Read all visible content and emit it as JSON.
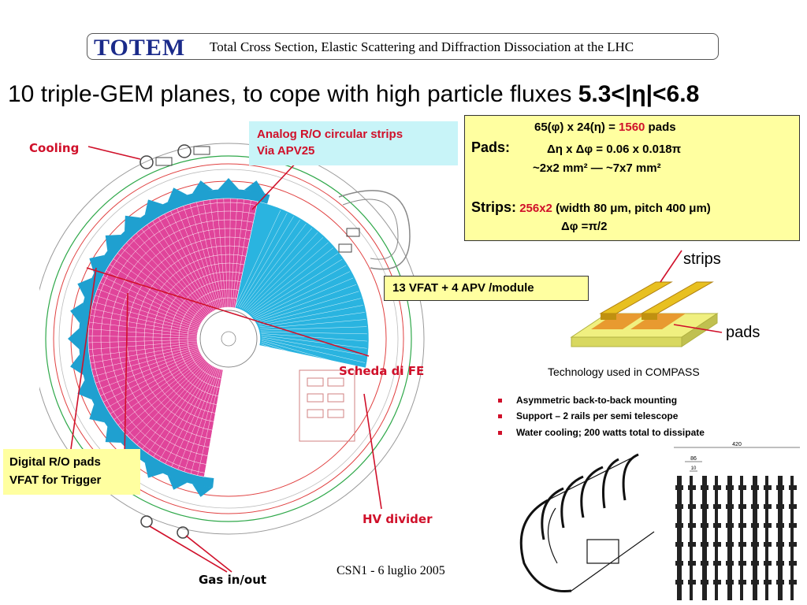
{
  "header": {
    "logo": "TOTEM",
    "title": "Total Cross Section, Elastic Scattering and Diffraction Dissociation at the LHC"
  },
  "main_title": {
    "text": "10 triple-GEM planes, to cope with high particle fluxes ",
    "range": "5.3<|η|<6.8"
  },
  "labels": {
    "cooling": "Cooling",
    "scheda": "Scheda di FE",
    "hv_divider": "HV divider",
    "gas": "Gas in/out"
  },
  "analog_box": {
    "line1": "Analog R/O circular strips",
    "line2": "Via APV25"
  },
  "pads_box": {
    "line1_a": "65(φ) x 24(η) = ",
    "line1_count": "1560",
    "line1_b": " pads",
    "pads_label": "Pads:",
    "line2": "Δη x Δφ = 0.06 x 0.018π",
    "line3": "~2x2 mm² — ~7x7 mm²",
    "strips_label": "Strips:",
    "strips_count": "256x2",
    "strips_detail": " (width 80 μm, pitch 400 μm)",
    "line5": "Δφ =π/2"
  },
  "vfat_box": "13 VFAT + 4 APV /module",
  "digital_box": {
    "line1": "Digital R/O pads",
    "line2": "VFAT for Trigger"
  },
  "compass": {
    "strips_label": "strips",
    "pads_label": "pads",
    "caption": "Technology used in COMPASS"
  },
  "bullets": [
    "Asymmetric back-to-back mounting",
    "Support – 2 rails per semi telescope",
    "Water cooling; 200 watts total to dissipate"
  ],
  "drawing_dims": {
    "d1": "420",
    "d2": "86",
    "d3": "10"
  },
  "footer": "CSN1 - 6 luglio 2005",
  "colors": {
    "accent_red": "#d0102a",
    "box_yellow": "#ffffa0",
    "box_cyan": "#c8f4f8",
    "pad_pink": "#e0449a",
    "strip_cyan": "#2ab4e0"
  }
}
